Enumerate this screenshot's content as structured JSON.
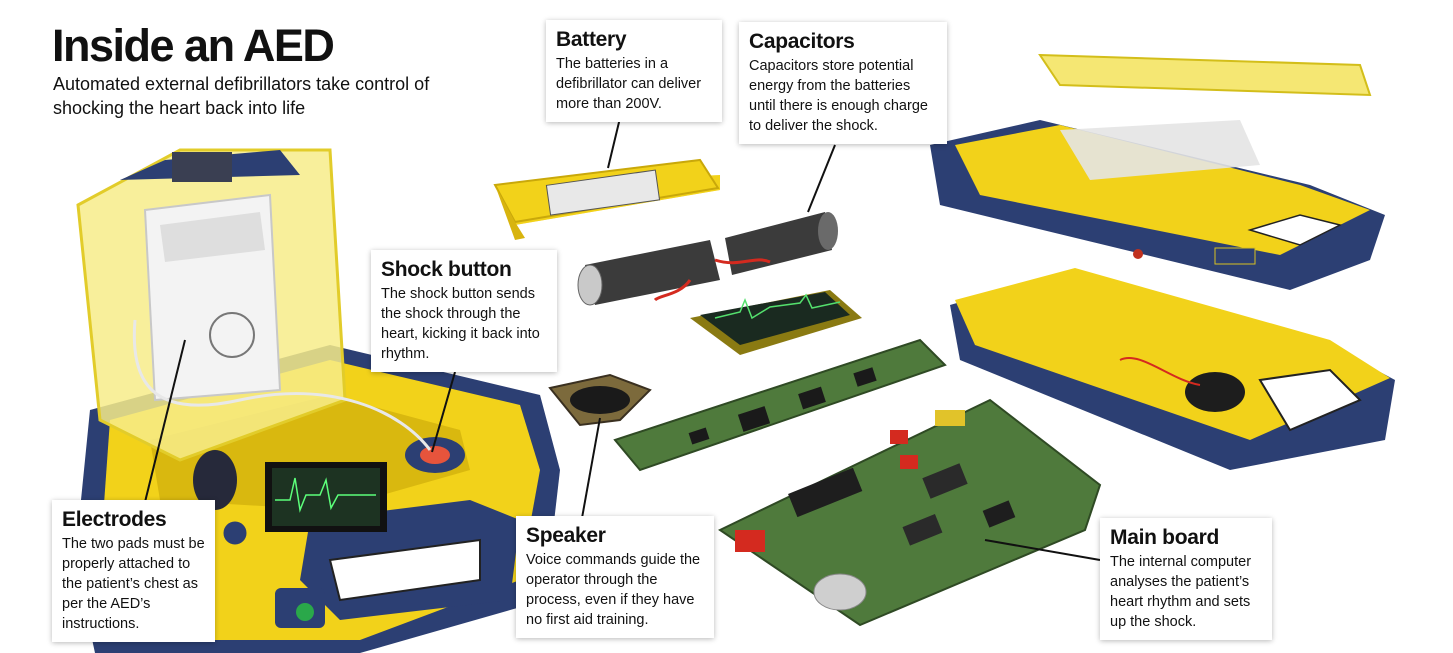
{
  "header": {
    "title": "Inside an AED",
    "subtitle": "Automated external defibrillators take control of shocking the heart back into life"
  },
  "callouts": {
    "battery": {
      "title": "Battery",
      "text": "The batteries in a defibrillator can deliver more than 200V."
    },
    "capacitors": {
      "title": "Capacitors",
      "text": "Capacitors store potential energy from the batteries until there is enough charge to deliver the shock."
    },
    "shock_button": {
      "title": "Shock button",
      "text": "The shock button sends the shock through the heart, kicking it back into rhythm."
    },
    "electrodes": {
      "title": "Electrodes",
      "text": "The two pads must be properly attached to the patient’s chest as per the AED’s instructions."
    },
    "speaker": {
      "title": "Speaker",
      "text": "Voice commands guide the operator through the process, even if they have no first aid training."
    },
    "main_board": {
      "title": "Main board",
      "text": "The internal computer analyses the patient’s heart rhythm and sets up the shock."
    }
  },
  "colors": {
    "yellow": "#f2d21a",
    "navy": "#2c3f73",
    "pcb_green": "#4f7a3c"
  }
}
